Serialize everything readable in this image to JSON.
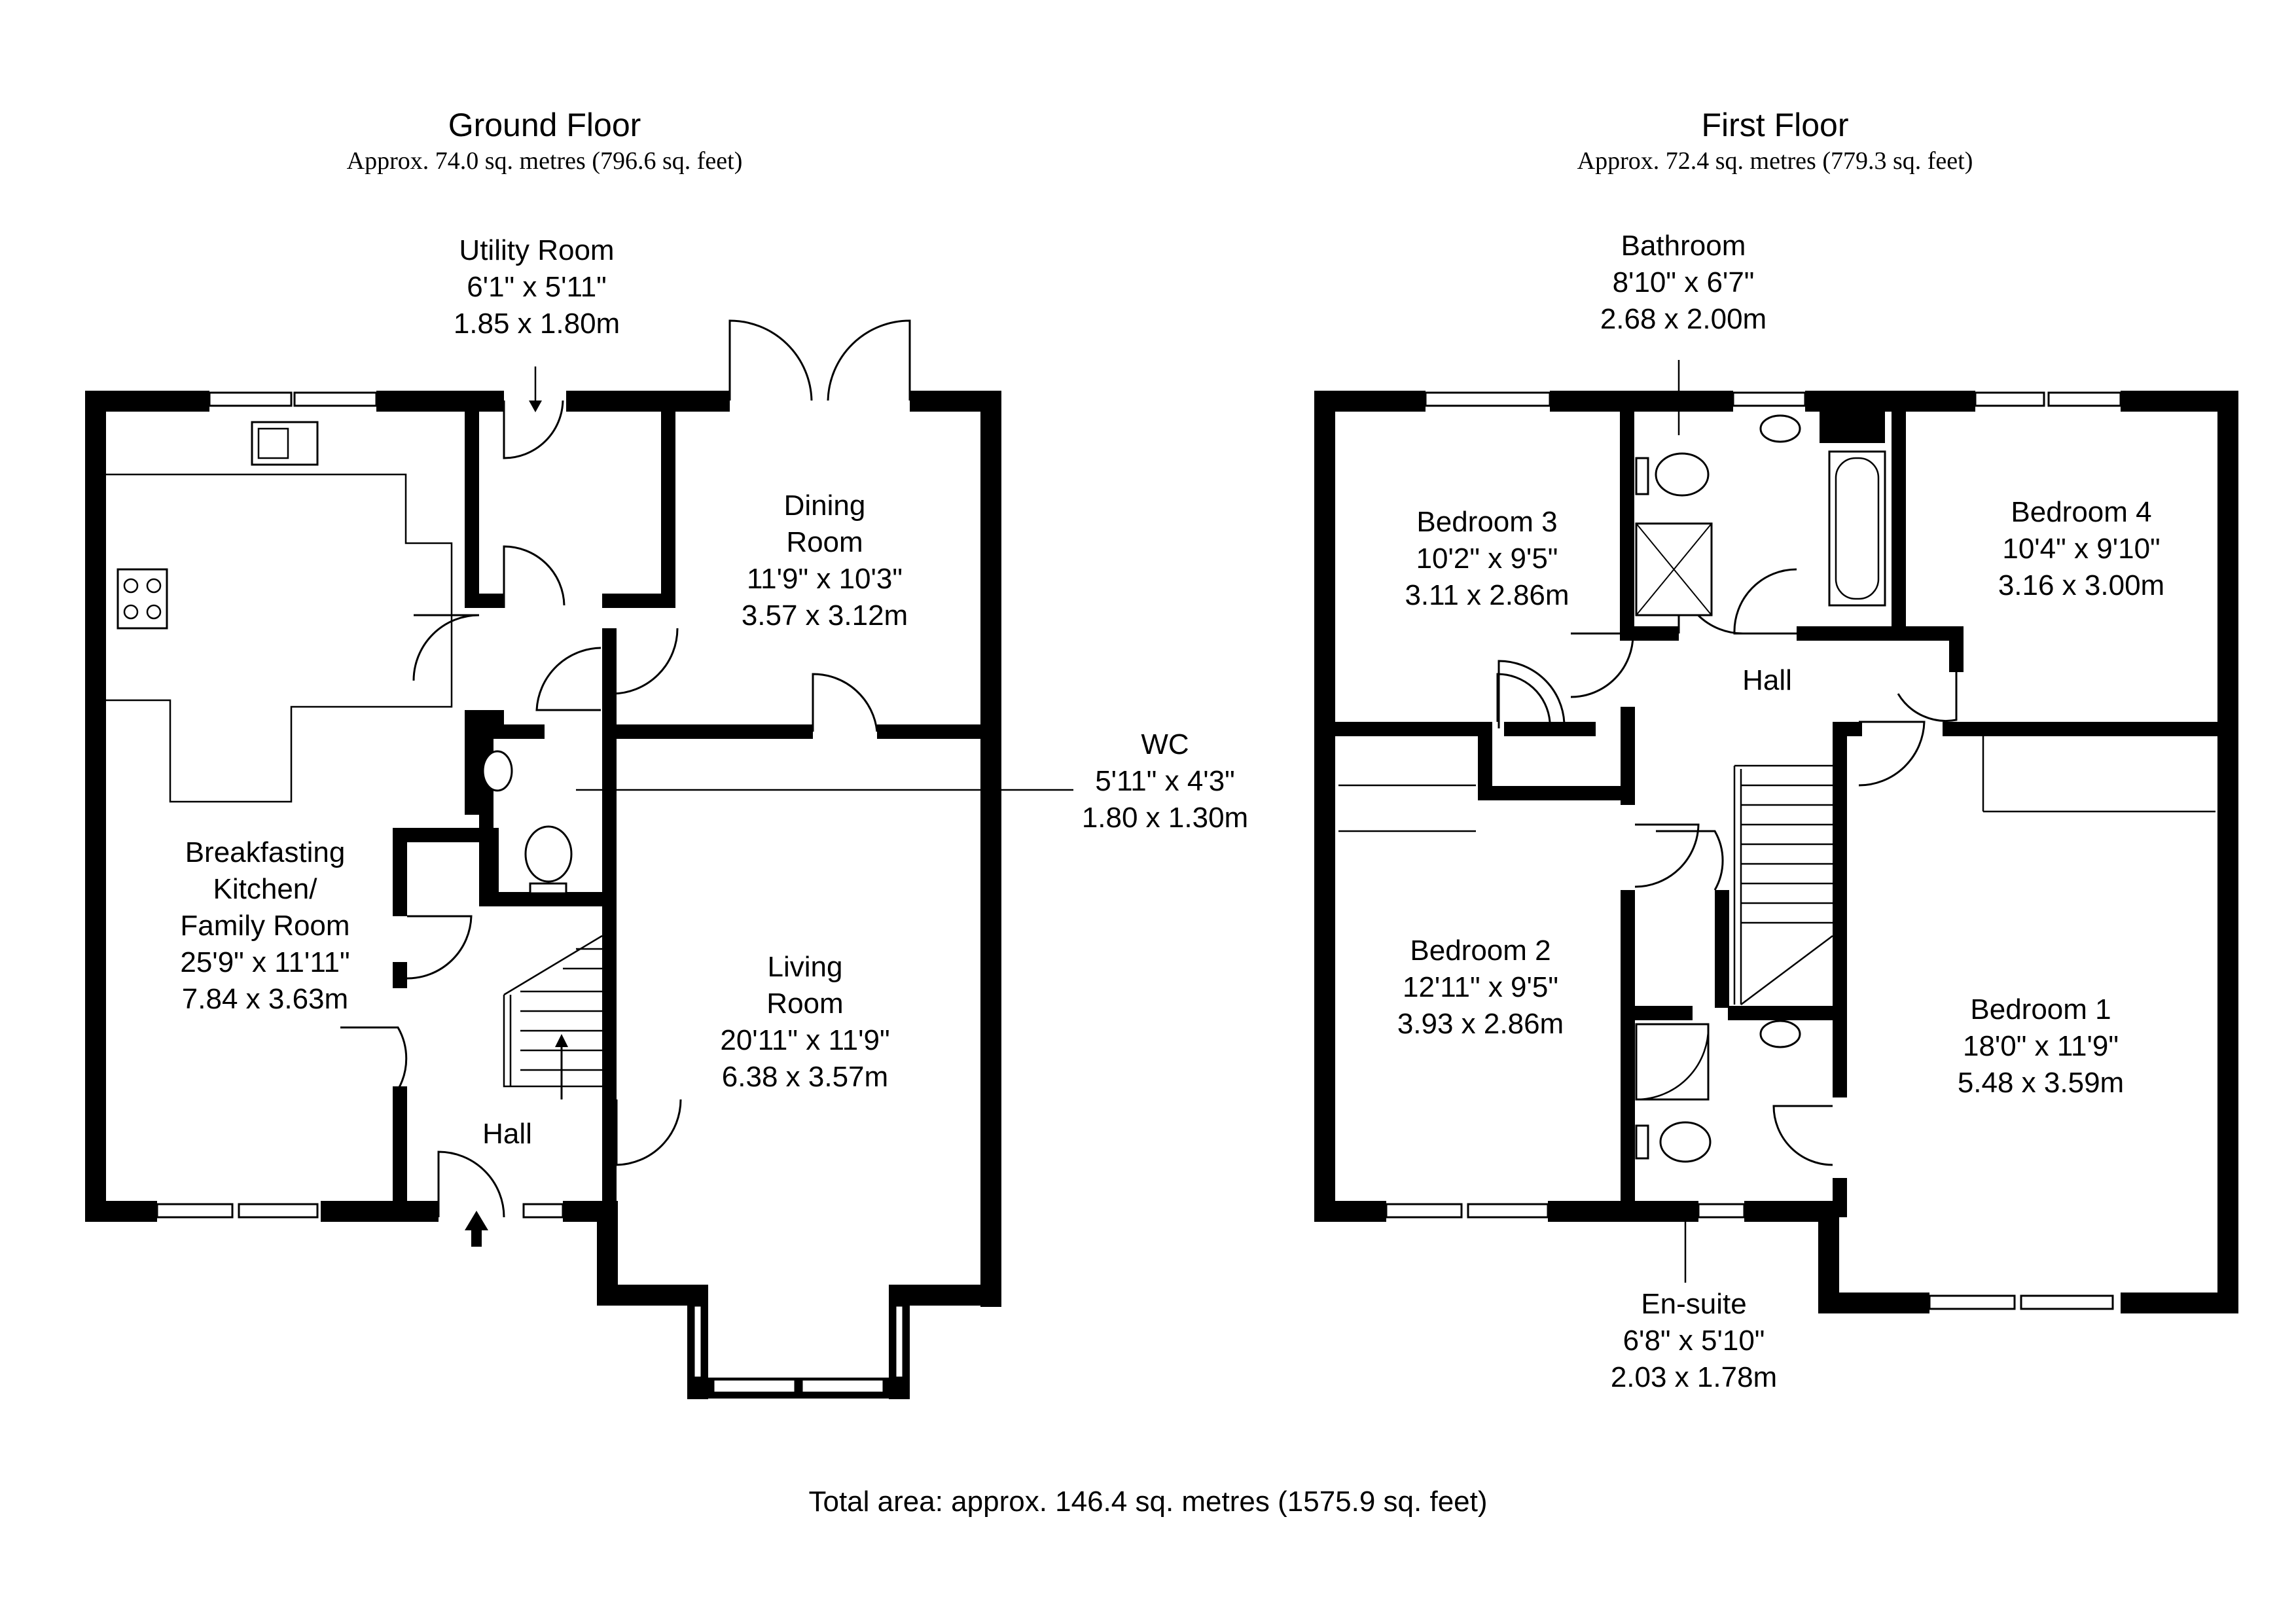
{
  "ground_floor": {
    "title": "Ground Floor",
    "area": "Approx. 74.0 sq. metres (796.6 sq. feet)",
    "rooms": [
      {
        "id": "utility-room",
        "lines": [
          "Utility Room",
          "6'1\" x 5'11\"",
          "1.85 x 1.80m"
        ]
      },
      {
        "id": "dining-room",
        "lines": [
          "Dining",
          "Room",
          "11'9\" x 10'3\"",
          "3.57 x 3.12m"
        ]
      },
      {
        "id": "wc",
        "lines": [
          "WC",
          "5'11\" x 4'3\"",
          "1.80 x 1.30m"
        ]
      },
      {
        "id": "breakfasting-kitchen",
        "lines": [
          "Breakfasting",
          "Kitchen/",
          "Family Room",
          "25'9\" x 11'11\"",
          "7.84 x 3.63m"
        ]
      },
      {
        "id": "living-room",
        "lines": [
          "Living",
          "Room",
          "20'11\" x 11'9\"",
          "6.38 x 3.57m"
        ]
      },
      {
        "id": "ground-hall",
        "lines": [
          "Hall"
        ]
      }
    ]
  },
  "first_floor": {
    "title": "First Floor",
    "area": "Approx. 72.4 sq. metres (779.3 sq. feet)",
    "rooms": [
      {
        "id": "bathroom",
        "lines": [
          "Bathroom",
          "8'10\" x 6'7\"",
          "2.68 x 2.00m"
        ]
      },
      {
        "id": "bedroom-3",
        "lines": [
          "Bedroom 3",
          "10'2\" x 9'5\"",
          "3.11 x 2.86m"
        ]
      },
      {
        "id": "bedroom-4",
        "lines": [
          "Bedroom 4",
          "10'4\" x 9'10\"",
          "3.16 x 3.00m"
        ]
      },
      {
        "id": "first-hall",
        "lines": [
          "Hall"
        ]
      },
      {
        "id": "bedroom-2",
        "lines": [
          "Bedroom 2",
          "12'11\" x 9'5\"",
          "3.93 x 2.86m"
        ]
      },
      {
        "id": "bedroom-1",
        "lines": [
          "Bedroom 1",
          "18'0\" x 11'9\"",
          "5.48 x 3.59m"
        ]
      },
      {
        "id": "en-suite",
        "lines": [
          "En-suite",
          "6'8\" x 5'10\"",
          "2.03 x 1.78m"
        ]
      }
    ]
  },
  "total_area": "Total area: approx. 146.4 sq. metres (1575.9 sq. feet)"
}
